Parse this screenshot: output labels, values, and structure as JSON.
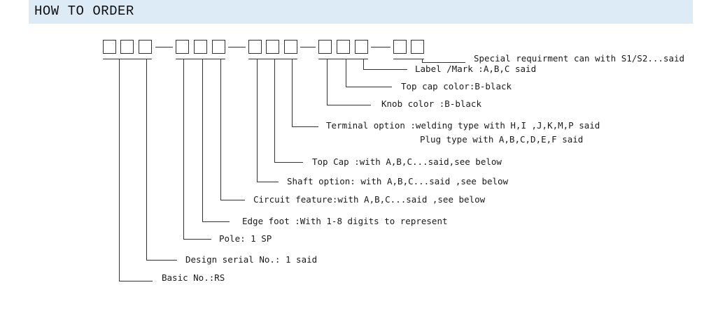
{
  "header": {
    "title": "HOW TO ORDER"
  },
  "labels": {
    "special": "Special requirment can with S1/S2...said",
    "label_mark": "Label /Mark :A,B,C said",
    "top_cap_color": "Top cap color:B-black",
    "knob_color": "Knob color :B-black",
    "terminal_option": "Terminal option :welding type with H,I ,J,K,M,P said",
    "plug_type": "Plug type  with A,B,C,D,E,F said",
    "top_cap": "Top Cap :with A,B,C...said,see below",
    "shaft_option": "Shaft option: with  A,B,C...said ,see below",
    "circuit_feature": "Circuit feature:with A,B,C...said ,see below",
    "edge_foot": "Edge foot :With 1-8 digits to represent",
    "pole": "Pole:  1 SP",
    "design_serial": "Design serial No.: 1 said",
    "basic_no": "Basic No.:RS"
  }
}
